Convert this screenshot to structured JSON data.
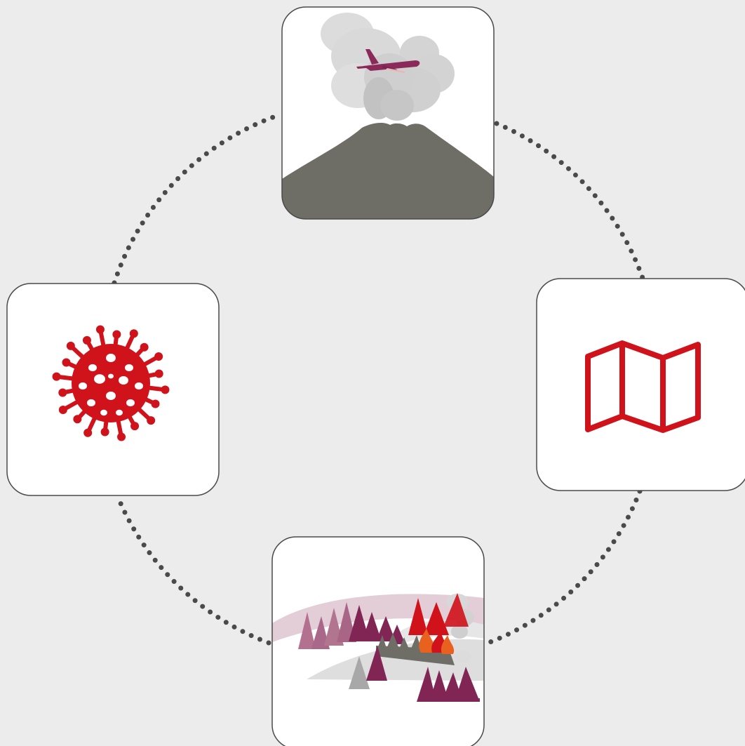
{
  "diagram": {
    "background_color": "#ececec",
    "connector_color": "#4a4a4a",
    "card_border_color": "#4a4a4a",
    "card_fill": "#ffffff",
    "nodes": [
      {
        "id": "top",
        "icon": "volcano-ash-cloud-airplane-icon"
      },
      {
        "id": "right",
        "icon": "map-icon",
        "color": "#d0121b"
      },
      {
        "id": "bottom",
        "icon": "wildfire-smoke-forest-icon"
      },
      {
        "id": "left",
        "icon": "virus-icon",
        "color": "#d0121b"
      }
    ],
    "connectors": [
      "top-right",
      "right-bottom",
      "bottom-left",
      "left-top"
    ]
  }
}
